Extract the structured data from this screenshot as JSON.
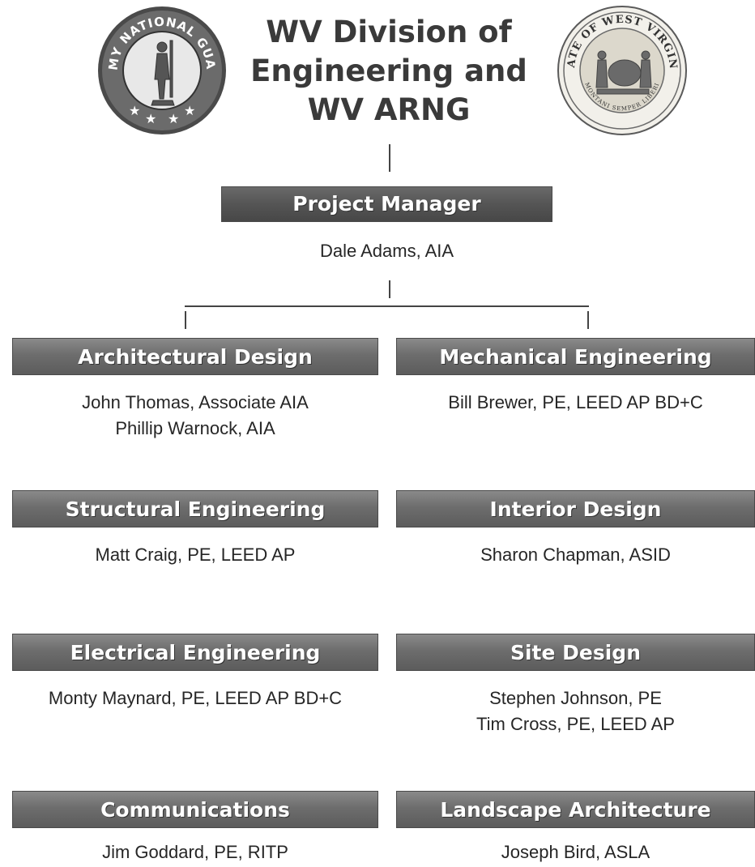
{
  "header": {
    "title_lines": [
      "WV Division of",
      "Engineering and",
      "WV ARNG"
    ],
    "left_seal_text": "ARMY NATIONAL GUARD",
    "right_seal_text": "STATE OF WEST VIRGINIA",
    "right_seal_motto": "MONTANI SEMPER LIBERI"
  },
  "project_manager": {
    "label": "Project Manager",
    "name": "Dale Adams, AIA"
  },
  "disciplines": [
    {
      "label": "Architectural Design",
      "names": [
        "John Thomas, Associate AIA",
        "Phillip Warnock, AIA"
      ]
    },
    {
      "label": "Mechanical Engineering",
      "names": [
        "Bill Brewer, PE, LEED AP BD+C"
      ]
    },
    {
      "label": "Structural Engineering",
      "names": [
        "Matt Craig, PE, LEED AP"
      ]
    },
    {
      "label": "Interior Design",
      "names": [
        "Sharon Chapman, ASID"
      ]
    },
    {
      "label": "Electrical Engineering",
      "names": [
        "Monty Maynard, PE, LEED AP BD+C"
      ]
    },
    {
      "label": "Site Design",
      "names": [
        "Stephen Johnson, PE",
        "Tim Cross, PE, LEED AP"
      ]
    },
    {
      "label": "Communications",
      "names": [
        "Jim Goddard, PE, RITP"
      ]
    },
    {
      "label": "Landscape Architecture",
      "names": [
        "Joseph Bird, ASLA"
      ]
    }
  ],
  "colors": {
    "bar_fill": "#6d6d6d",
    "bar_text": "#ffffff",
    "title_text": "#3a3a3a",
    "seal_blue": "#2d4a8a",
    "seal_gold": "#b89a4a"
  }
}
